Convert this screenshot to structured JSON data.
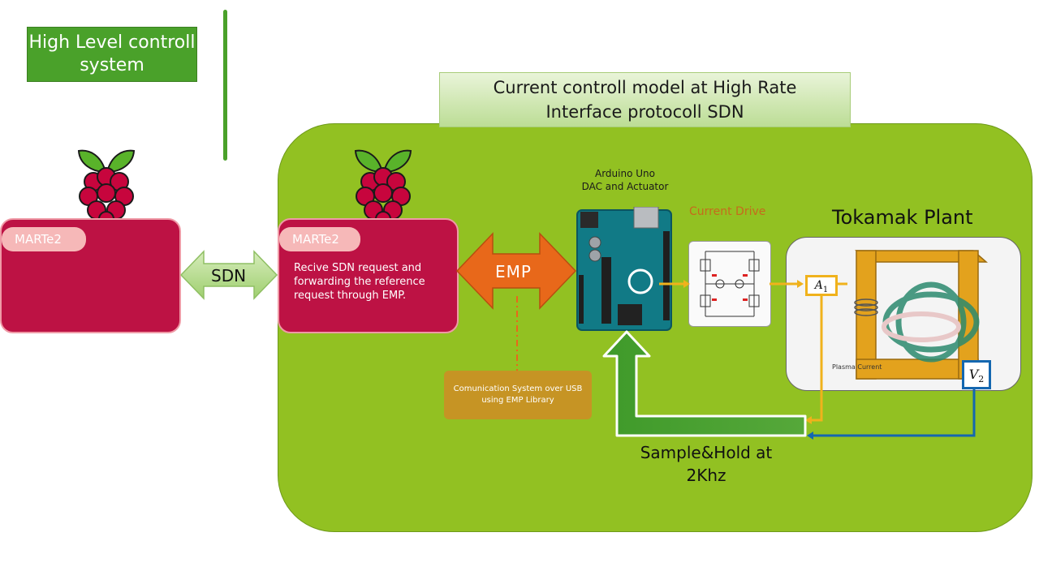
{
  "high_level": {
    "text": "High Level controll system"
  },
  "header": {
    "line1": "Current controll model at High Rate",
    "line2": "Interface protocoll SDN"
  },
  "marte_left": {
    "label": "MARTe2"
  },
  "marte_right": {
    "label": "MARTe2",
    "description": "Recive SDN request and forwarding the reference request through EMP."
  },
  "sdn": {
    "label": "SDN"
  },
  "emp": {
    "label": "EMP"
  },
  "arduino": {
    "line1": "Arduino Uno",
    "line2": "DAC and Actuator"
  },
  "current_drive": {
    "label": "Current Drive"
  },
  "tokamak": {
    "title": "Tokamak Plant",
    "plasma_label": "Plasma Current"
  },
  "a1": {
    "label": "A",
    "sub": "1"
  },
  "v2": {
    "label": "V",
    "sub": "2"
  },
  "comm": {
    "text": "Comunication System over USB using EMP Library"
  },
  "sample_hold": {
    "line1": "Sample&Hold at",
    "line2": "2Khz"
  },
  "colors": {
    "green_dark": "#4aa12a",
    "green_area": "#92c122",
    "marte_red": "#bd1244",
    "emp_orange": "#e8681a",
    "signal_yellow": "#f0b21c",
    "signal_blue": "#1467b0"
  }
}
